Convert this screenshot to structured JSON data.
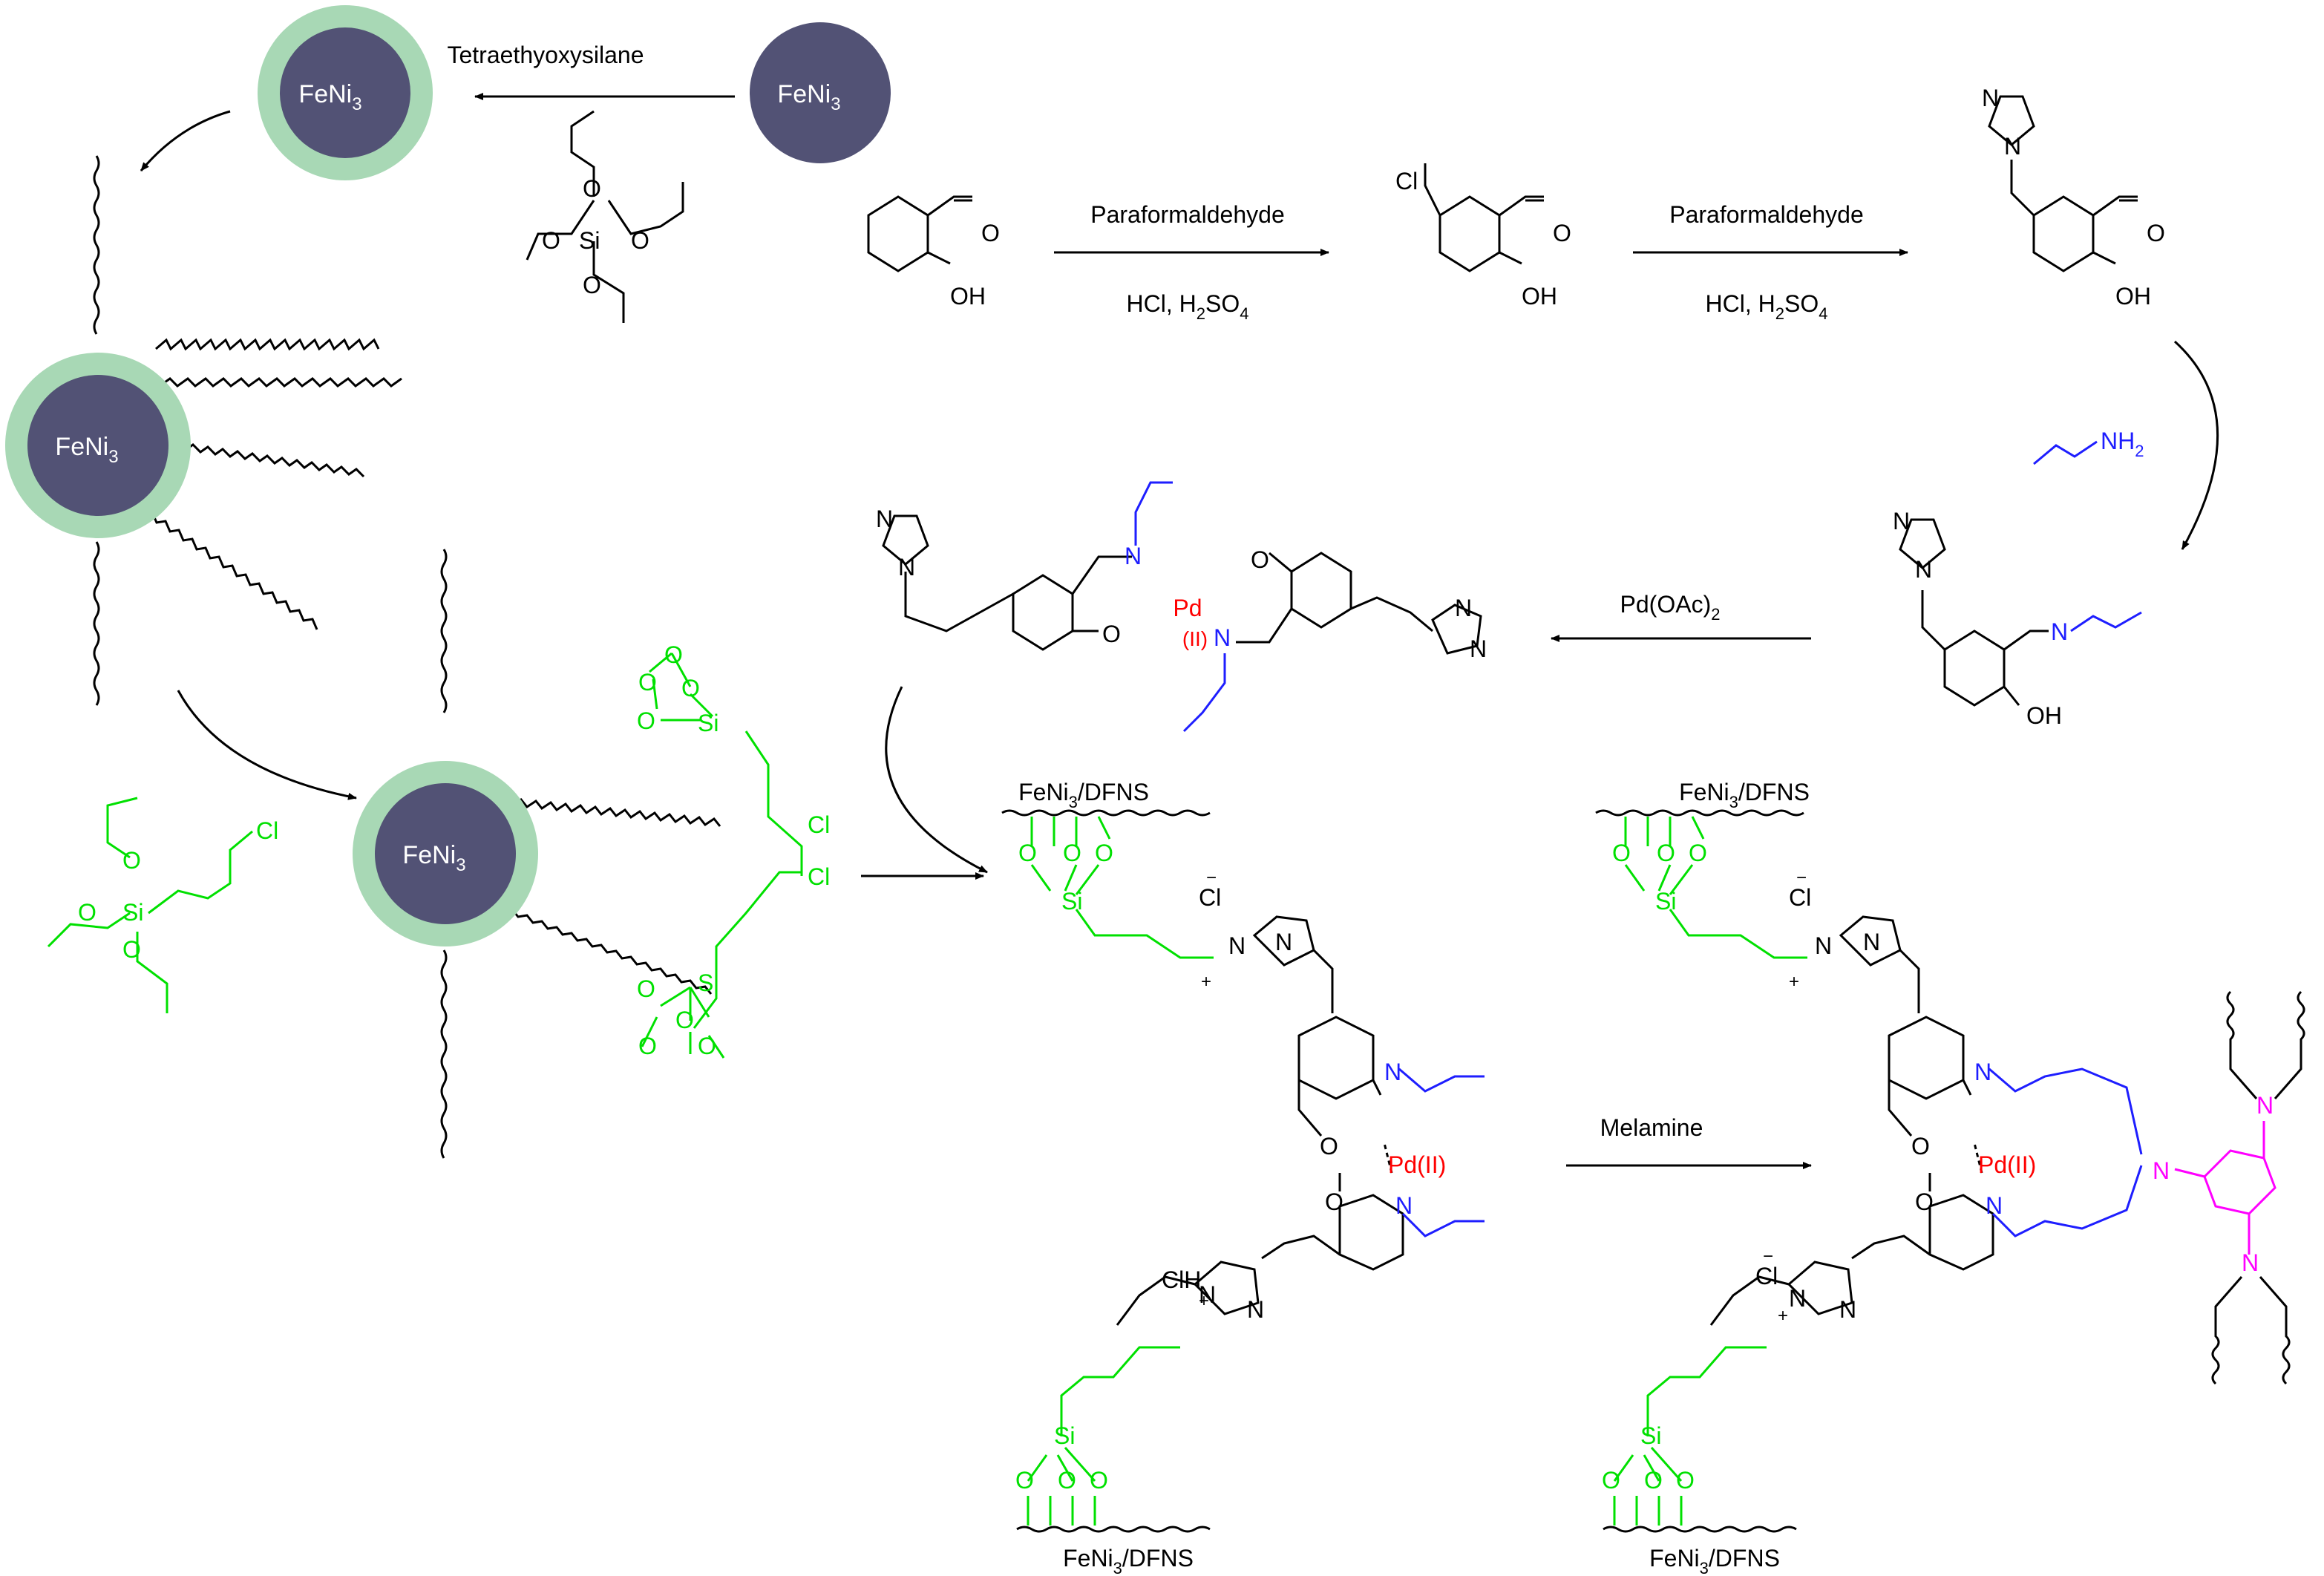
{
  "colors": {
    "black": "#000000",
    "core": "#525275",
    "shell": "#a8d8b5",
    "green": "#00e000",
    "blue": "#1e1eff",
    "red": "#ff0000",
    "magenta": "#ff00ff",
    "core_text": "#ffffff"
  },
  "particles": {
    "core_label": "FeNi",
    "core_sub": "3"
  },
  "reagents": {
    "teos_name": "Tetraethyoxysilane",
    "paraformaldehyde_1": "Paraformaldehyde",
    "acids_1": "HCl, H",
    "paraformaldehyde_2": "Paraformaldehyde",
    "acids_2": "HCl, H",
    "so4_sub": "2",
    "so4_tail": "SO",
    "so4_sub2": "4",
    "allylamine": "NH",
    "allylamine_sub": "2",
    "pd_acetate": "Pd(OAc)",
    "pd_acetate_sub": "2",
    "melamine": "Melamine"
  },
  "atoms": {
    "O": "O",
    "OH": "OH",
    "Cl": "Cl",
    "ClH": "ClH",
    "N": "N",
    "Si": "Si",
    "Pd": "Pd",
    "II": "(II)",
    "PdII": "Pd(II)",
    "plus": "+",
    "minus": "−"
  },
  "supports": {
    "label": "FeNi",
    "sub": "3",
    "tail": "/DFNS"
  }
}
